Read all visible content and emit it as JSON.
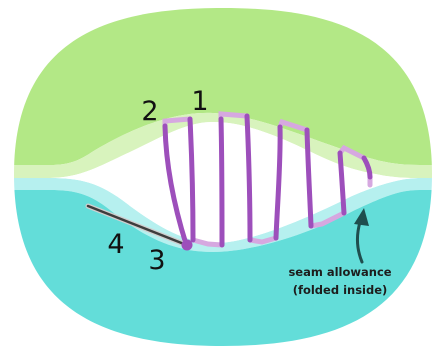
{
  "colors": {
    "top_fabric": "#b3e886",
    "top_fabric_allowance": "#d8f3bd",
    "bottom_fabric": "#63ddd9",
    "bottom_fabric_allowance": "#b6f0ef",
    "stitch_surface": "#9d4fbb",
    "stitch_hidden": "#d6a8e0",
    "needle": "#3d3d3d",
    "arrow": "#1f4e4e",
    "text": "#111111"
  },
  "labels": {
    "step1": "1",
    "step2": "2",
    "step3": "3",
    "step4": "4",
    "caption_line1": "seam allowance",
    "caption_line2": "(folded inside)"
  },
  "icons": {
    "needle": "sewing-needle-icon",
    "arrow": "curved-arrow-icon"
  }
}
